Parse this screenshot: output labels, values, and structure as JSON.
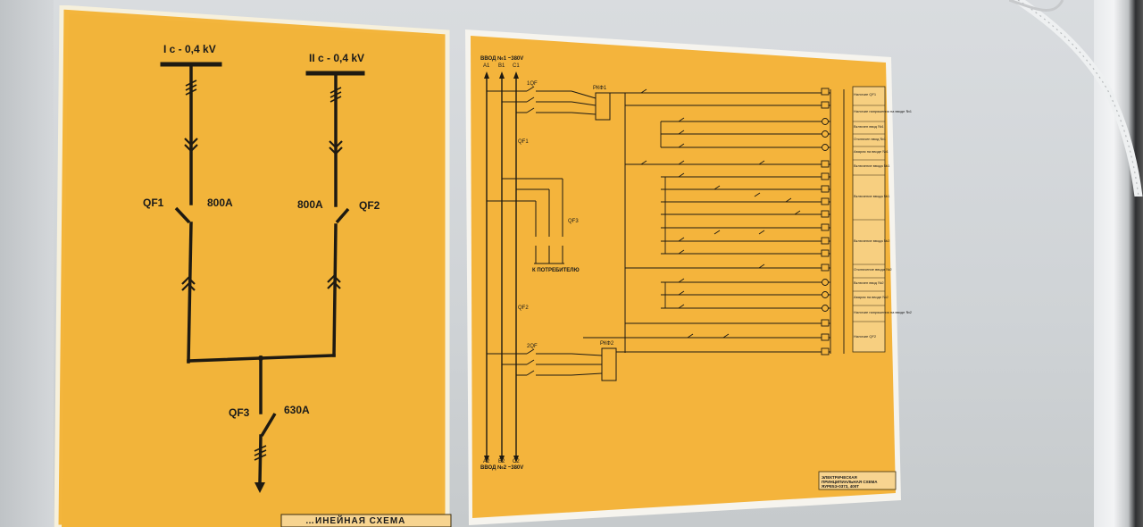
{
  "left_board": {
    "bus1_label": "I c - 0,4 kV",
    "bus2_label": "II c - 0,4 kV",
    "qf1_label": "QF1",
    "qf1_rating": "800A",
    "qf2_label": "QF2",
    "qf2_rating": "800A",
    "qf3_label": "QF3",
    "qf3_rating": "630A",
    "footer_title": "…ИНЕЙНАЯ СХЕМА"
  },
  "right_board": {
    "input1_label": "ВВОД №1 ~380V",
    "input1_phases": [
      "A1",
      "B1",
      "C1"
    ],
    "input2_label": "ВВОД №2 ~380V",
    "input2_phases": [
      "A2",
      "B2",
      "C2"
    ],
    "consumer_label": "К ПОТРЕБИТЕЛЮ",
    "breaker_1qf": "1QF",
    "breaker_2qf": "2QF",
    "qf1": "QF1",
    "qf2": "QF2",
    "qf3": "QF3",
    "relay_1": "РКФ1",
    "relay_2": "РКФ2",
    "legend_rows": [
      "Наличие QF1",
      "Наличие напряжения на вводе №1",
      "Включен ввод №1",
      "Отключен ввод №1",
      "Авария на вводе №1",
      "Включение ввода №1",
      "Включение ввода №1",
      "Включение ввода №2",
      "Отключение ввода №2",
      "Включен ввод №2",
      "Авария на вводе №2",
      "Наличие напряжения на вводе №2",
      "Наличие QF2"
    ],
    "footer_title": "ЭЛЕКТРИЧЕСКАЯ ПРИНЦИПИАЛЬНАЯ СХЕМА ЯУРЕ5Э-0373, 400Т"
  }
}
